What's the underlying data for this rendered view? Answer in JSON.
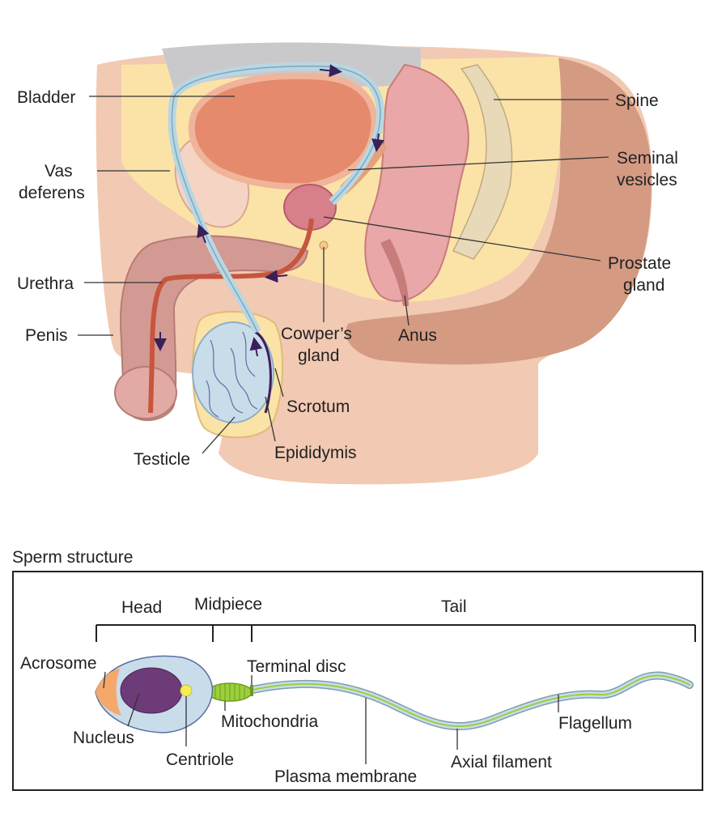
{
  "anatomy": {
    "labels": {
      "bladder": "Bladder",
      "vas_deferens_1": "Vas",
      "vas_deferens_2": "deferens",
      "urethra": "Urethra",
      "penis": "Penis",
      "spine": "Spine",
      "seminal_vesicles_1": "Seminal",
      "seminal_vesicles_2": "vesicles",
      "prostate_gland_1": "Prostate",
      "prostate_gland_2": "gland",
      "cowpers_gland_1": "Cowper’s",
      "cowpers_gland_2": "gland",
      "anus": "Anus",
      "scrotum": "Scrotum",
      "epididymis": "Epididymis",
      "testicle": "Testicle"
    }
  },
  "sperm_structure": {
    "title": "Sperm structure",
    "sections": {
      "head": "Head",
      "midpiece": "Midpiece",
      "tail": "Tail"
    },
    "labels": {
      "acrosome": "Acrosome",
      "nucleus": "Nucleus",
      "centriole": "Centriole",
      "mitochondria": "Mitochondria",
      "terminal_disc": "Terminal disc",
      "plasma_membrane": "Plasma membrane",
      "axial_filament": "Axial filament",
      "flagellum": "Flagellum"
    }
  },
  "colors": {
    "skin_dark": "#d49a82",
    "skin_light": "#f2c9b2",
    "tissue_yellow": "#fbe3a8",
    "tissue_pink": "#f0a8a8",
    "bladder": "#e58a6c",
    "duct_blue": "#b9d7e3",
    "sperm_head": "#c9dcea",
    "nucleus": "#6c3b78",
    "acrosome": "#f4a86a",
    "centriole": "#f3ee55",
    "mitochondria": "#9bd03a",
    "arrow": "#3a1f5a"
  }
}
